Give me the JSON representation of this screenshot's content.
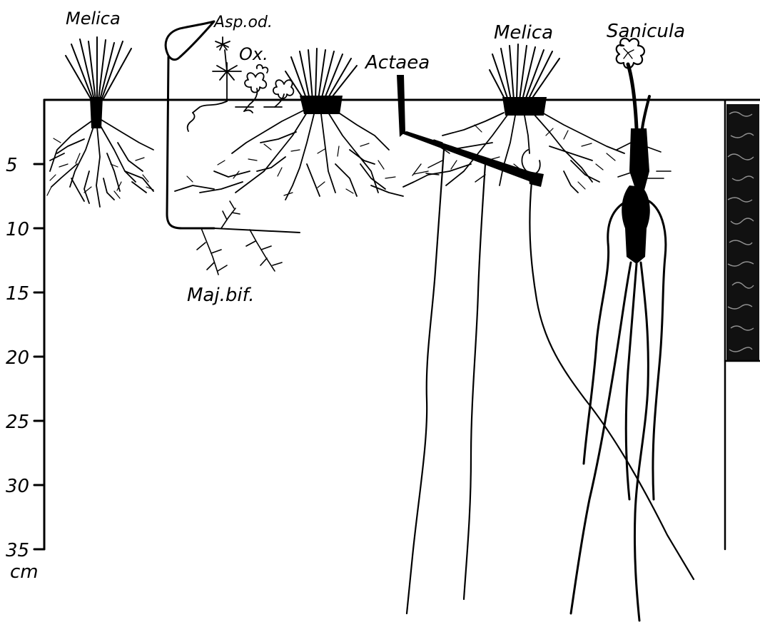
{
  "labels": {
    "melica_left": "Melica",
    "asp_od": "Asp.od.",
    "ox": "Ox.",
    "actaea": "Actaea",
    "melica_right": "Melica",
    "sanicula": "Sanicula",
    "maj_bif": "Maj.bif."
  },
  "depth_scale": {
    "ticks": [
      "5",
      "10",
      "15",
      "20",
      "25",
      "30",
      "35"
    ],
    "unit": "cm"
  },
  "ink_color": "#000000"
}
